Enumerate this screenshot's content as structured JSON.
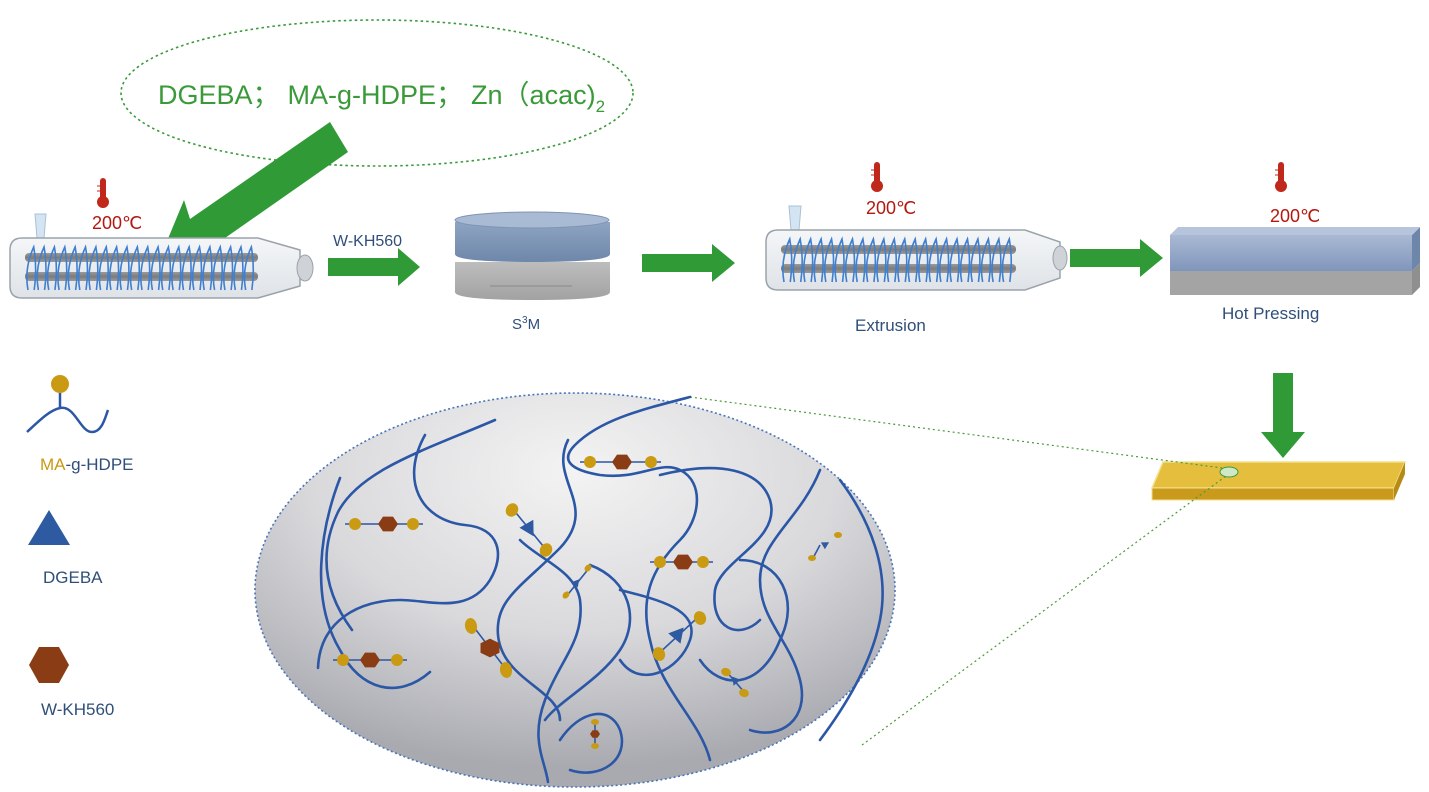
{
  "reagents": {
    "part1": "DGEBA；",
    "part2": "MA-g-HDPE；",
    "part3": "Zn（acac)",
    "subscript": "2"
  },
  "steps": {
    "extruder1_temp": "200℃",
    "arrow1_label": "W-KH560",
    "mill_label_prefix": "S",
    "mill_label_sup": "3",
    "mill_label_suffix": "M",
    "extruder2_temp": "200℃",
    "extruder2_label": "Extrusion",
    "press_temp": "200℃",
    "press_label": "Hot Pressing"
  },
  "legend": {
    "ma_prefix": "MA",
    "ma_mid": "-g-",
    "ma_suffix": "HDPE",
    "dgeba": "DGEBA",
    "wkh": "W-KH560"
  },
  "colors": {
    "arrow_green": "#2f9a36",
    "chain_blue": "#2b57a6",
    "ma_gold": "#c99a12",
    "dgeba_blue": "#2d5aa0",
    "wkh_brown": "#8a3c14",
    "sheet_gold": "#d8ac2a",
    "thermo_red": "#c0281c"
  }
}
